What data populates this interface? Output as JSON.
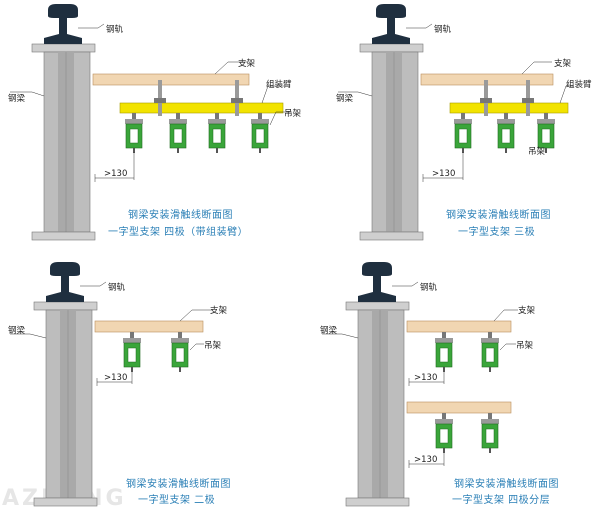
{
  "watermark": "AZHONG",
  "colors": {
    "beam": "#bcbcbc",
    "beam_dark": "#8e8e8e",
    "rail": "#1f2f3f",
    "bracket": "#f1d6b2",
    "assembly_arm": "#f2e300",
    "hanger_green": "#3aa53a",
    "hanger_grey": "#9a9a9a",
    "caption": "#2a7fb6"
  },
  "panels": [
    {
      "id": "p1",
      "labels": {
        "rail": "钢轨",
        "beam": "钢梁",
        "bracket": "支架",
        "arm": "组装臂",
        "hanger": "吊架"
      },
      "dimension": ">130",
      "caption_line1": "钢梁安装滑触线断面图",
      "caption_line2": "一字型支架  四极（带组装臂）"
    },
    {
      "id": "p2",
      "labels": {
        "rail": "钢轨",
        "beam": "钢梁",
        "bracket": "支架",
        "arm": "组装臂",
        "hanger": "吊架"
      },
      "dimension": ">130",
      "caption_line1": "钢梁安装滑触线断面图",
      "caption_line2": "一字型支架  三极"
    },
    {
      "id": "p3",
      "labels": {
        "rail": "钢轨",
        "beam": "钢梁",
        "bracket": "支架",
        "hanger": "吊架"
      },
      "dimension": ">130",
      "caption_line1": "钢梁安装滑触线断面图",
      "caption_line2": "一字型支架  二极"
    },
    {
      "id": "p4",
      "labels": {
        "rail": "钢轨",
        "beam": "钢梁",
        "bracket": "支架",
        "hanger": "吊架"
      },
      "dimension": ">130",
      "dimension_lower": ">130",
      "caption_line1": "钢梁安装滑触线断面图",
      "caption_line2": "一字型支架  四极分层"
    }
  ]
}
